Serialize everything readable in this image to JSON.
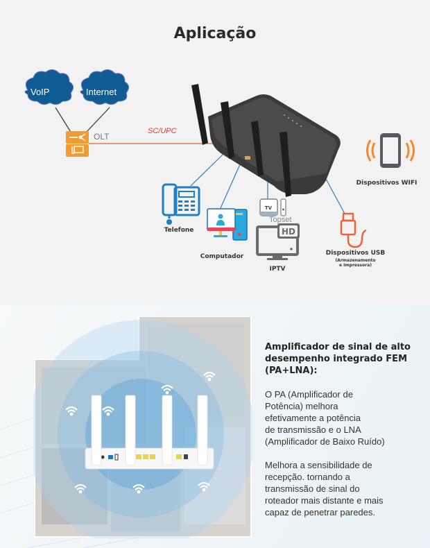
{
  "top_section": {
    "title": "Aplicação",
    "clouds": [
      {
        "label": "VoIP",
        "icon": "cloud-icon"
      },
      {
        "label": "Internet",
        "icon": "cloud-icon"
      }
    ],
    "olt": {
      "label": "OLT",
      "icon": "olt-device-icon"
    },
    "fiber_connector_label": "SC/UPC",
    "devices": [
      {
        "label": "Dispositivos WIFI",
        "icon": "smartphone-wifi-icon"
      },
      {
        "label": "Telefone",
        "icon": "telephone-icon"
      },
      {
        "label": "Computador",
        "icon": "computer-icon"
      },
      {
        "label": "IPTV",
        "icon": "hd-tv-icon"
      },
      {
        "label": "Dispositivos USB",
        "sublabel_line1": "(Armazenamento",
        "sublabel_line2": "e Impressora)",
        "icon": "usb-cable-icon"
      }
    ],
    "topset_label": "Topset",
    "settop_box_label": "TV",
    "tv_badge": "HD",
    "colors": {
      "cloud": "#0f5c93",
      "olt": "#f59a2b",
      "fiber": "#f0553a",
      "link": "#2b7cc2",
      "accent_orange": "#f0633a",
      "telephone": "#1e7fc8"
    }
  },
  "bottom_section": {
    "heading_lines": [
      "Amplificador de sinal de alto",
      "desempenho integrado FEM",
      "(PA+LNA):"
    ],
    "paragraph1_lines": [
      "O PA (Amplificador de",
      "Potência) melhora",
      "efetivamente a potência",
      "de transmissão e o LNA",
      "(Amplificador de Baixo Ruído)"
    ],
    "paragraph2_lines": [
      "Melhora a sensibilidade de",
      "recepção. tornando a",
      "transmissão de sinal do",
      "roteador mais distante e mais",
      "capaz de penetrar paredes."
    ]
  }
}
